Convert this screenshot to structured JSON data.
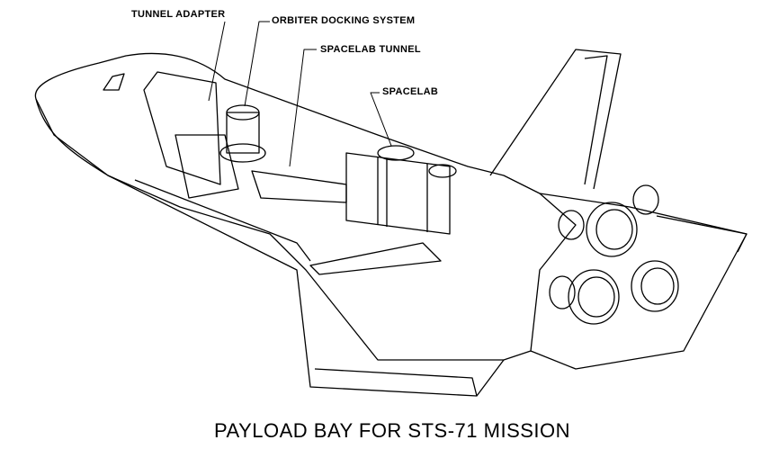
{
  "labels": {
    "tunnel_adapter": "TUNNEL ADAPTER",
    "orbiter_docking_system": "ORBITER DOCKING SYSTEM",
    "spacelab_tunnel": "SPACELAB TUNNEL",
    "spacelab": "SPACELAB"
  },
  "title": "PAYLOAD BAY FOR STS-71 MISSION",
  "colors": {
    "line": "#000000",
    "background": "#ffffff"
  }
}
